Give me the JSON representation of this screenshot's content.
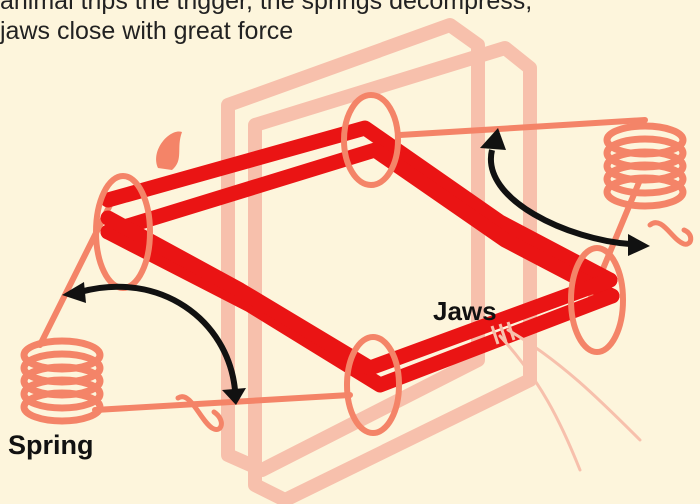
{
  "caption": {
    "line1": "animal trips the trigger, the springs decompress,",
    "line2": "jaws close with great force"
  },
  "labels": {
    "jaws": "Jaws",
    "spring": "Spring"
  },
  "colors": {
    "background": "#fdf5dc",
    "frame": "#f7c0ac",
    "spring": "#f48468",
    "jaws": "#ea1414",
    "arrow": "#111111"
  },
  "icons": {
    "motion_arrows": "curved-double-headed-arrow",
    "spring_coils": "coil-spring"
  }
}
